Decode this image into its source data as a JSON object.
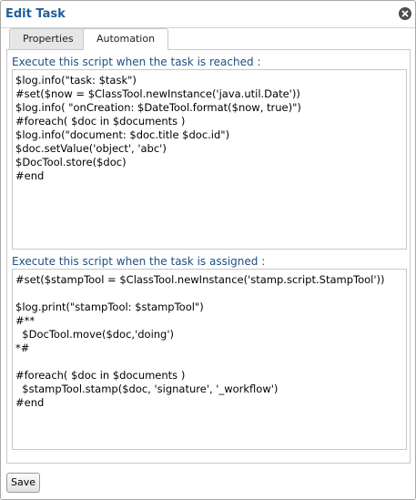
{
  "dialog": {
    "title": "Edit Task",
    "close_icon": "close-circle-icon"
  },
  "tabs": [
    {
      "label": "Properties",
      "active": false
    },
    {
      "label": "Automation",
      "active": true
    }
  ],
  "automation": {
    "reached_label": "Execute this script when the task is reached :",
    "reached_script": "$log.info(\"task: $task\")\n#set($now = $ClassTool.newInstance('java.util.Date'))\n$log.info( \"onCreation: $DateTool.format($now, true)\")\n#foreach( $doc in $documents )\n$log.info(\"document: $doc.title $doc.id\")\n$doc.setValue('object', 'abc')\n$DocTool.store($doc)\n#end",
    "assigned_label": "Execute this script when the task is assigned :",
    "assigned_script": "#set($stampTool = $ClassTool.newInstance('stamp.script.StampTool'))\n\n$log.print(\"stampTool: $stampTool\")\n#**\n  $DocTool.move($doc,'doing')\n*#\n\n#foreach( $doc in $documents )\n  $stampTool.stamp($doc, 'signature', '_workflow')\n#end"
  },
  "footer": {
    "save_label": "Save"
  },
  "colors": {
    "title": "#1f5e9c",
    "section_label": "#1e4f85",
    "border": "#c8c8c8"
  }
}
